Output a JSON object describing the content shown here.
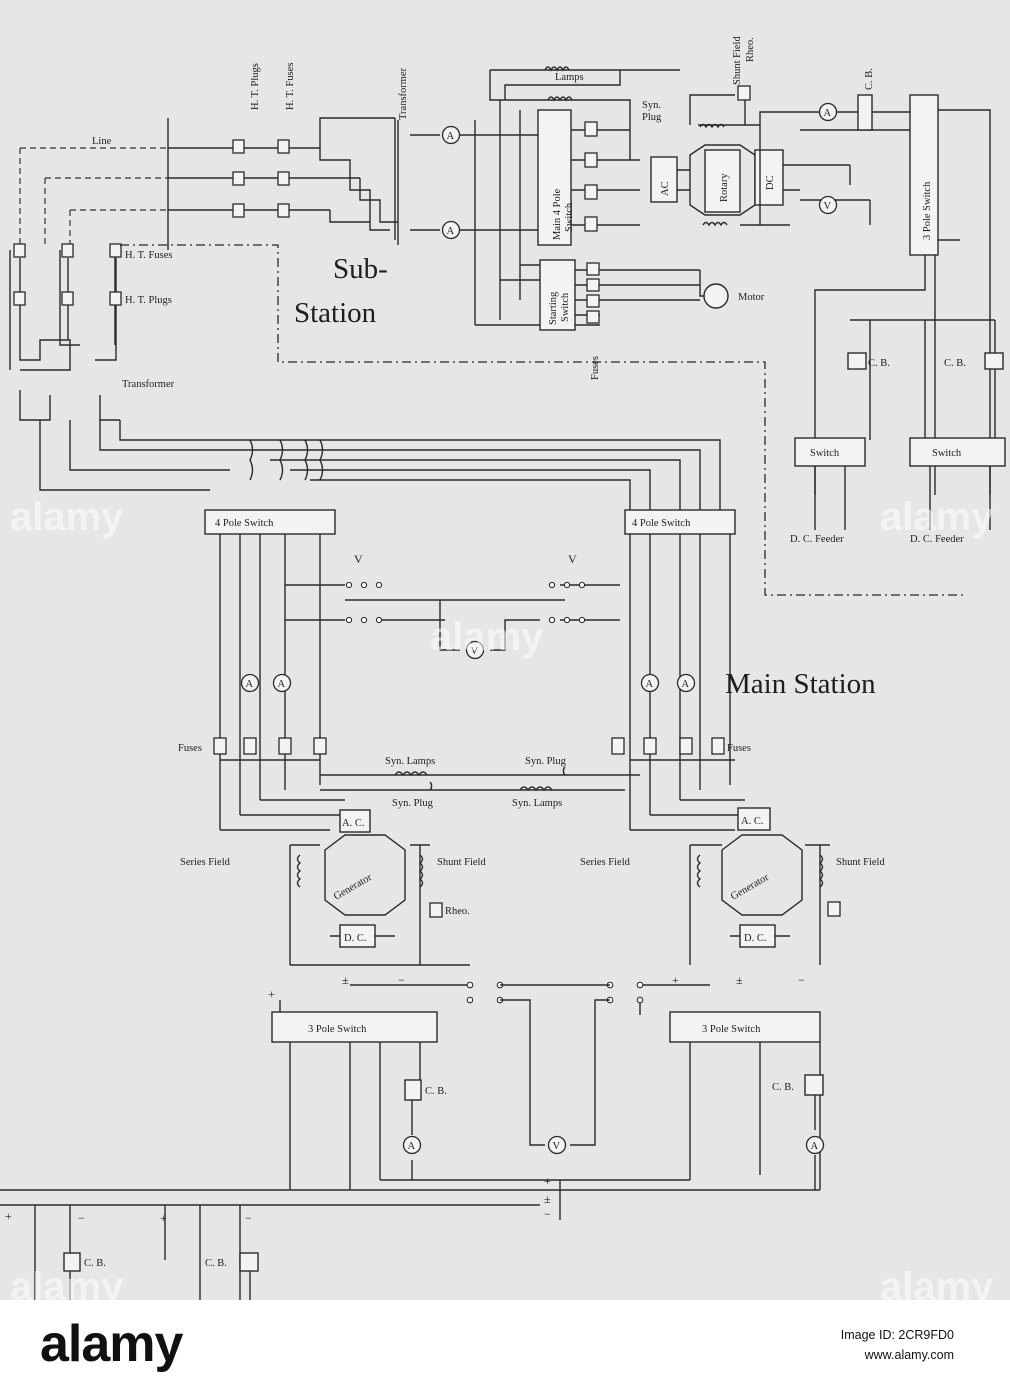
{
  "diagram": {
    "station_titles": {
      "sub": "Sub-",
      "sub2": "Station",
      "main": "Main Station"
    },
    "labels": {
      "line": "Line",
      "ht_plugs": "H. T. Plugs",
      "ht_fuses": "H. T. Fuses",
      "transformer": "Transformer",
      "ht_fuses_low": "H. T. Fuses",
      "ht_plugs_low": "H. T. Plugs",
      "transformer_low": "Transformer",
      "lamps": "Lamps",
      "syn": "Syn.",
      "plug": "Plug",
      "main_4_pole": "Main 4 Pole",
      "switch": "Switch",
      "ac": "AC",
      "rotary": "Rotary",
      "dc": "DC",
      "shunt_field_rheo": "Shunt Field",
      "rheo": "Rheo.",
      "cb": "C. B.",
      "three_pole_switch": "3 Pole Switch",
      "starting": "Starting",
      "motor": "Motor",
      "fuses": "Fuses",
      "cb_left": "C. B.",
      "cb_right": "C. B.",
      "switch_left": "Switch",
      "switch_right": "Switch",
      "dc_feeder": "D. C. Feeder",
      "dc_feeder2": "D. C. Feeder",
      "four_pole_left": "4 Pole Switch",
      "four_pole_right": "4 Pole Switch",
      "v_left": "V",
      "v_right": "V",
      "fuses_left": "Fuses",
      "fuses_right": "Fuses",
      "syn_lamps_a": "Syn. Lamps",
      "syn_plug_a": "Syn. Plug",
      "syn_plug_b": "Syn. Plug",
      "syn_lamps_b": "Syn. Lamps",
      "ac_left": "A. C.",
      "ac_right": "A. C.",
      "series_field_left": "Series Field",
      "series_field_right": "Series Field",
      "shunt_field_left": "Shunt Field",
      "shunt_field_right": "Shunt Field",
      "generator_left": "Generator",
      "generator_right": "Generator",
      "rheo_main": "Rheo.",
      "dc_left": "D. C.",
      "dc_right": "D. C.",
      "three_pole_left": "3 Pole Switch",
      "three_pole_right": "3 Pole Switch",
      "cb_main_left": "C. B.",
      "cb_main_right": "C. B.",
      "cb_bottom_a": "C. B.",
      "cb_bottom_b": "C. B.",
      "plus": "+",
      "minus": "−",
      "plusminus": "±",
      "meter_a": "A",
      "meter_v": "V"
    }
  },
  "watermark": "alamy",
  "footer": {
    "logo": "alamy",
    "image_id": "Image ID: 2CR9FD0",
    "site": "www.alamy.com"
  }
}
